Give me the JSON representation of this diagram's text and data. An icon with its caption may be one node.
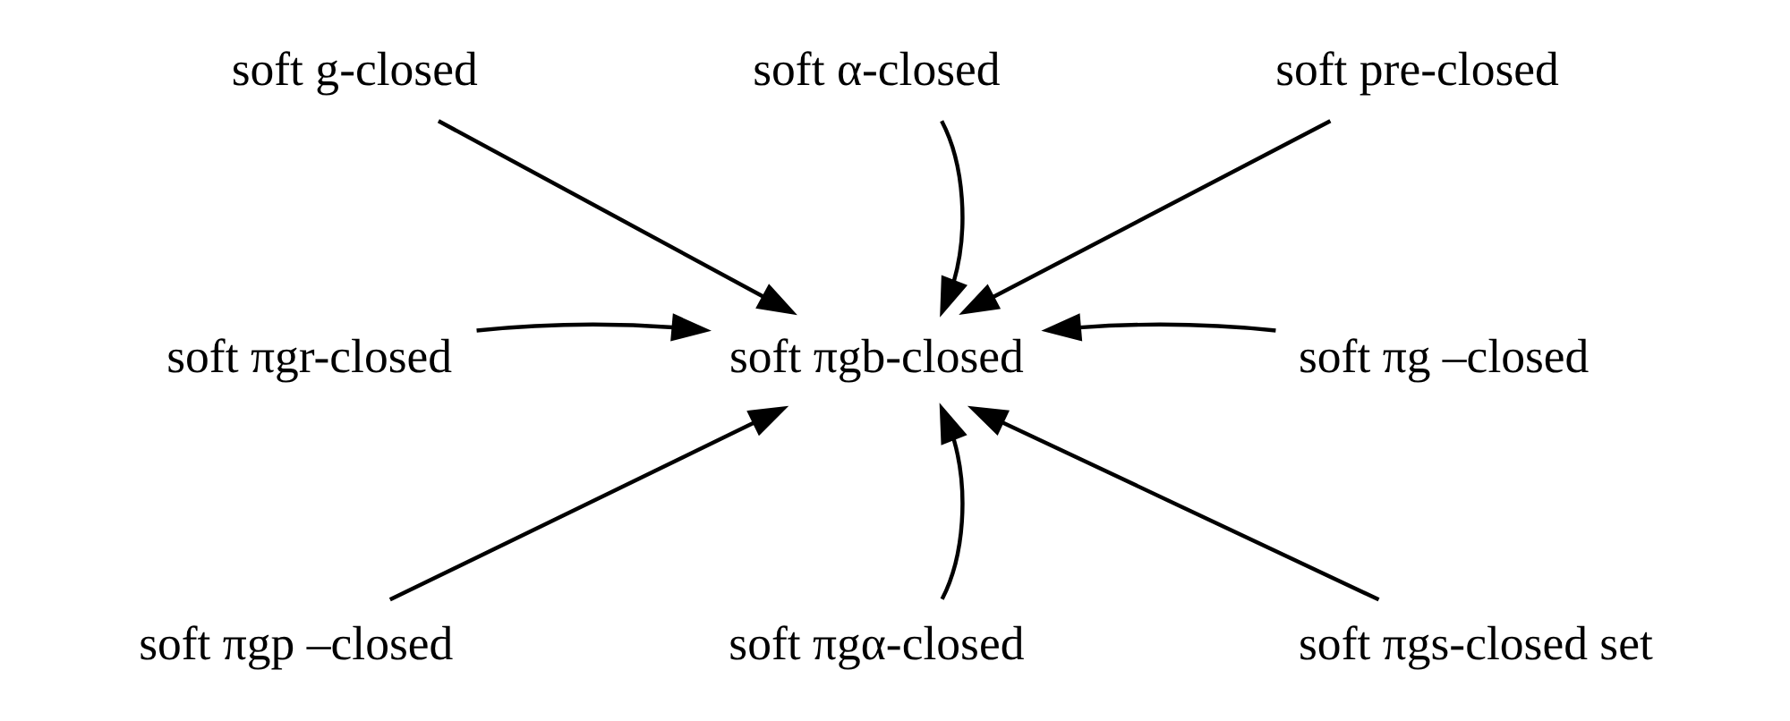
{
  "diagram": {
    "nodes": [
      {
        "text": [
          "soft g-closed"
        ]
      },
      {
        "text": [
          "soft α-closed"
        ]
      },
      {
        "text": [
          "soft pre-closed"
        ]
      },
      {
        "text": [
          "soft πgr-closed"
        ]
      },
      {
        "text": [
          "soft πgb-closed"
        ]
      },
      {
        "text": [
          "soft πg –closed"
        ]
      },
      {
        "text": [
          "soft πgp –closed"
        ]
      },
      {
        "text": [
          "soft πgα-closed"
        ]
      },
      {
        "text": [
          "soft πgs-closed set"
        ]
      }
    ],
    "edges": [
      {
        "from": 0,
        "to": 4,
        "arrow": "to"
      },
      {
        "from": 1,
        "to": 4,
        "arrow": "to"
      },
      {
        "from": 2,
        "to": 4,
        "arrow": "to"
      },
      {
        "from": 3,
        "to": 4,
        "arrow": "to"
      },
      {
        "from": 5,
        "to": 4,
        "arrow": "to"
      },
      {
        "from": 6,
        "to": 4,
        "arrow": "to"
      },
      {
        "from": 7,
        "to": 4,
        "arrow": "to"
      },
      {
        "from": 8,
        "to": 4,
        "arrow": "to"
      }
    ]
  }
}
